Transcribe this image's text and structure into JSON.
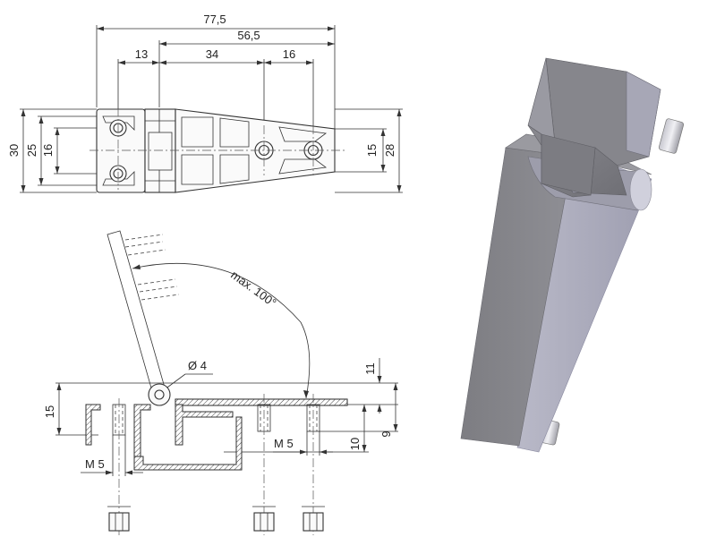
{
  "top_view": {
    "dim_overall": "77,5",
    "dim_leaf": "56,5",
    "dim_a": "13",
    "dim_b": "34",
    "dim_c": "16",
    "dim_height": "30",
    "dim_25": "25",
    "dim_16": "16",
    "dim_15": "15",
    "dim_28": "28"
  },
  "side_view": {
    "angle": "max. 100°",
    "pin": "Ø 4",
    "dim_15": "15",
    "dim_11": "11",
    "dim_9": "9",
    "dim_10": "10",
    "thread_left": "M 5",
    "thread_right": "M 5"
  },
  "colors": {
    "line": "#333333",
    "render_face": "#8a8a8e",
    "render_side": "#a9a9b8"
  }
}
